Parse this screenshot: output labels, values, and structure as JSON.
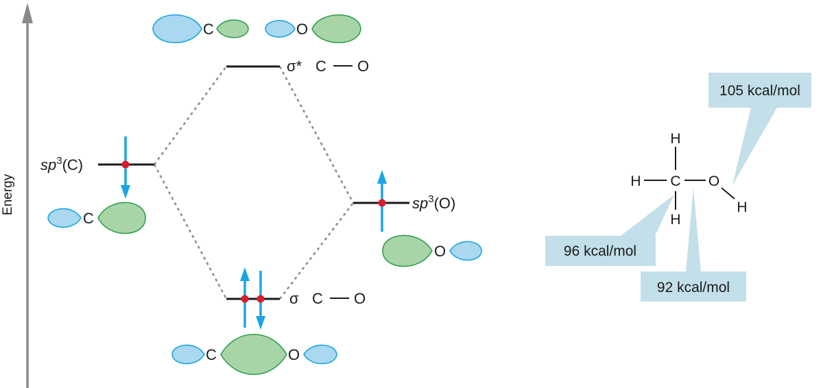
{
  "axis": {
    "label": "Energy"
  },
  "levels": {
    "sigma_star": {
      "symbol": "σ*",
      "bond_left": "C",
      "bond_right": "O"
    },
    "sigma": {
      "symbol": "σ",
      "bond_left": "C",
      "bond_right": "O"
    },
    "sp3_c": {
      "prefix": "sp",
      "sup": "3",
      "suffix": "(C)"
    },
    "sp3_o": {
      "prefix": "sp",
      "sup": "3",
      "suffix": "(O)"
    }
  },
  "orbitals": {
    "top_left_atom": "C",
    "top_right_atom": "O",
    "c_hybrid_atom": "C",
    "o_hybrid_atom": "O",
    "bottom_left_atom": "C",
    "bottom_right_atom": "O"
  },
  "molecule": {
    "c": "C",
    "o": "O",
    "h_top": "H",
    "h_left": "H",
    "h_bottom": "H",
    "h_oh": "H"
  },
  "callouts": {
    "oh_bond": "105 kcal/mol",
    "ch_bond": "96 kcal/mol",
    "co_bond": "92 kcal/mol"
  },
  "colors": {
    "lobe_blue": "#a9d8f0",
    "lobe_green": "#a8d5a8",
    "electron": "#d81e2b",
    "spin_arrow": "#19a6e2",
    "callout": "#c3dfe9"
  }
}
